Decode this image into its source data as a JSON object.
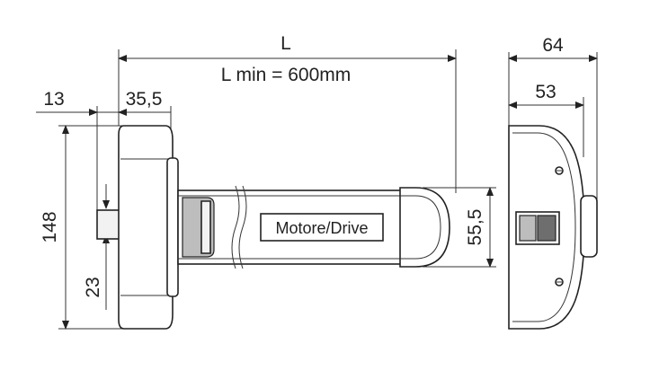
{
  "dimensions": {
    "length": "L",
    "length_min": "L min = 600mm",
    "head_offset": "13",
    "head_width": "35,5",
    "height": "148",
    "shaft_offset": "23",
    "tube_diameter": "55,5",
    "bracket_depth_total": "64",
    "bracket_depth_inner": "53"
  },
  "labels": {
    "motor": "Motore/Drive"
  },
  "colors": {
    "line": "#222222",
    "shade_dark": "#6e6e6e",
    "shade_light": "#bdbdbd"
  }
}
